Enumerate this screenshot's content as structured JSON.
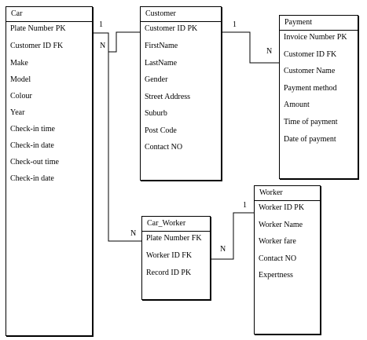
{
  "entities": {
    "car": {
      "title": "Car",
      "attributes": [
        "Plate Number    PK",
        "Customer ID FK",
        "Make",
        "Model",
        "Colour",
        "Year",
        "Check-in time",
        "Check-in date",
        "Check-out time",
        "Check-in date"
      ]
    },
    "customer": {
      "title": "Customer",
      "attributes": [
        "Customer ID  PK",
        "FirstName",
        "LastName",
        "Gender",
        "Street Address",
        "Suburb",
        "Post Code",
        "Contact NO"
      ]
    },
    "payment": {
      "title": "Payment",
      "attributes": [
        "Invoice Number PK",
        "Customer ID  FK",
        "Customer Name",
        "Payment method",
        "Amount",
        "Time of payment",
        "Date of payment"
      ]
    },
    "car_worker": {
      "title": "Car_Worker",
      "attributes": [
        "Plate Number FK",
        "Worker ID FK",
        "Record ID  PK"
      ]
    },
    "worker": {
      "title": "Worker",
      "attributes": [
        "Worker ID   PK",
        "Worker Name",
        "Worker fare",
        "Contact NO",
        "Expertness"
      ]
    }
  },
  "relationships": {
    "car_customer": {
      "one": "1",
      "many": "N"
    },
    "customer_payment": {
      "one": "1",
      "many": "N"
    },
    "car_car_worker": {
      "many": "N"
    },
    "worker_car_worker": {
      "one": "1",
      "many": "N"
    }
  }
}
